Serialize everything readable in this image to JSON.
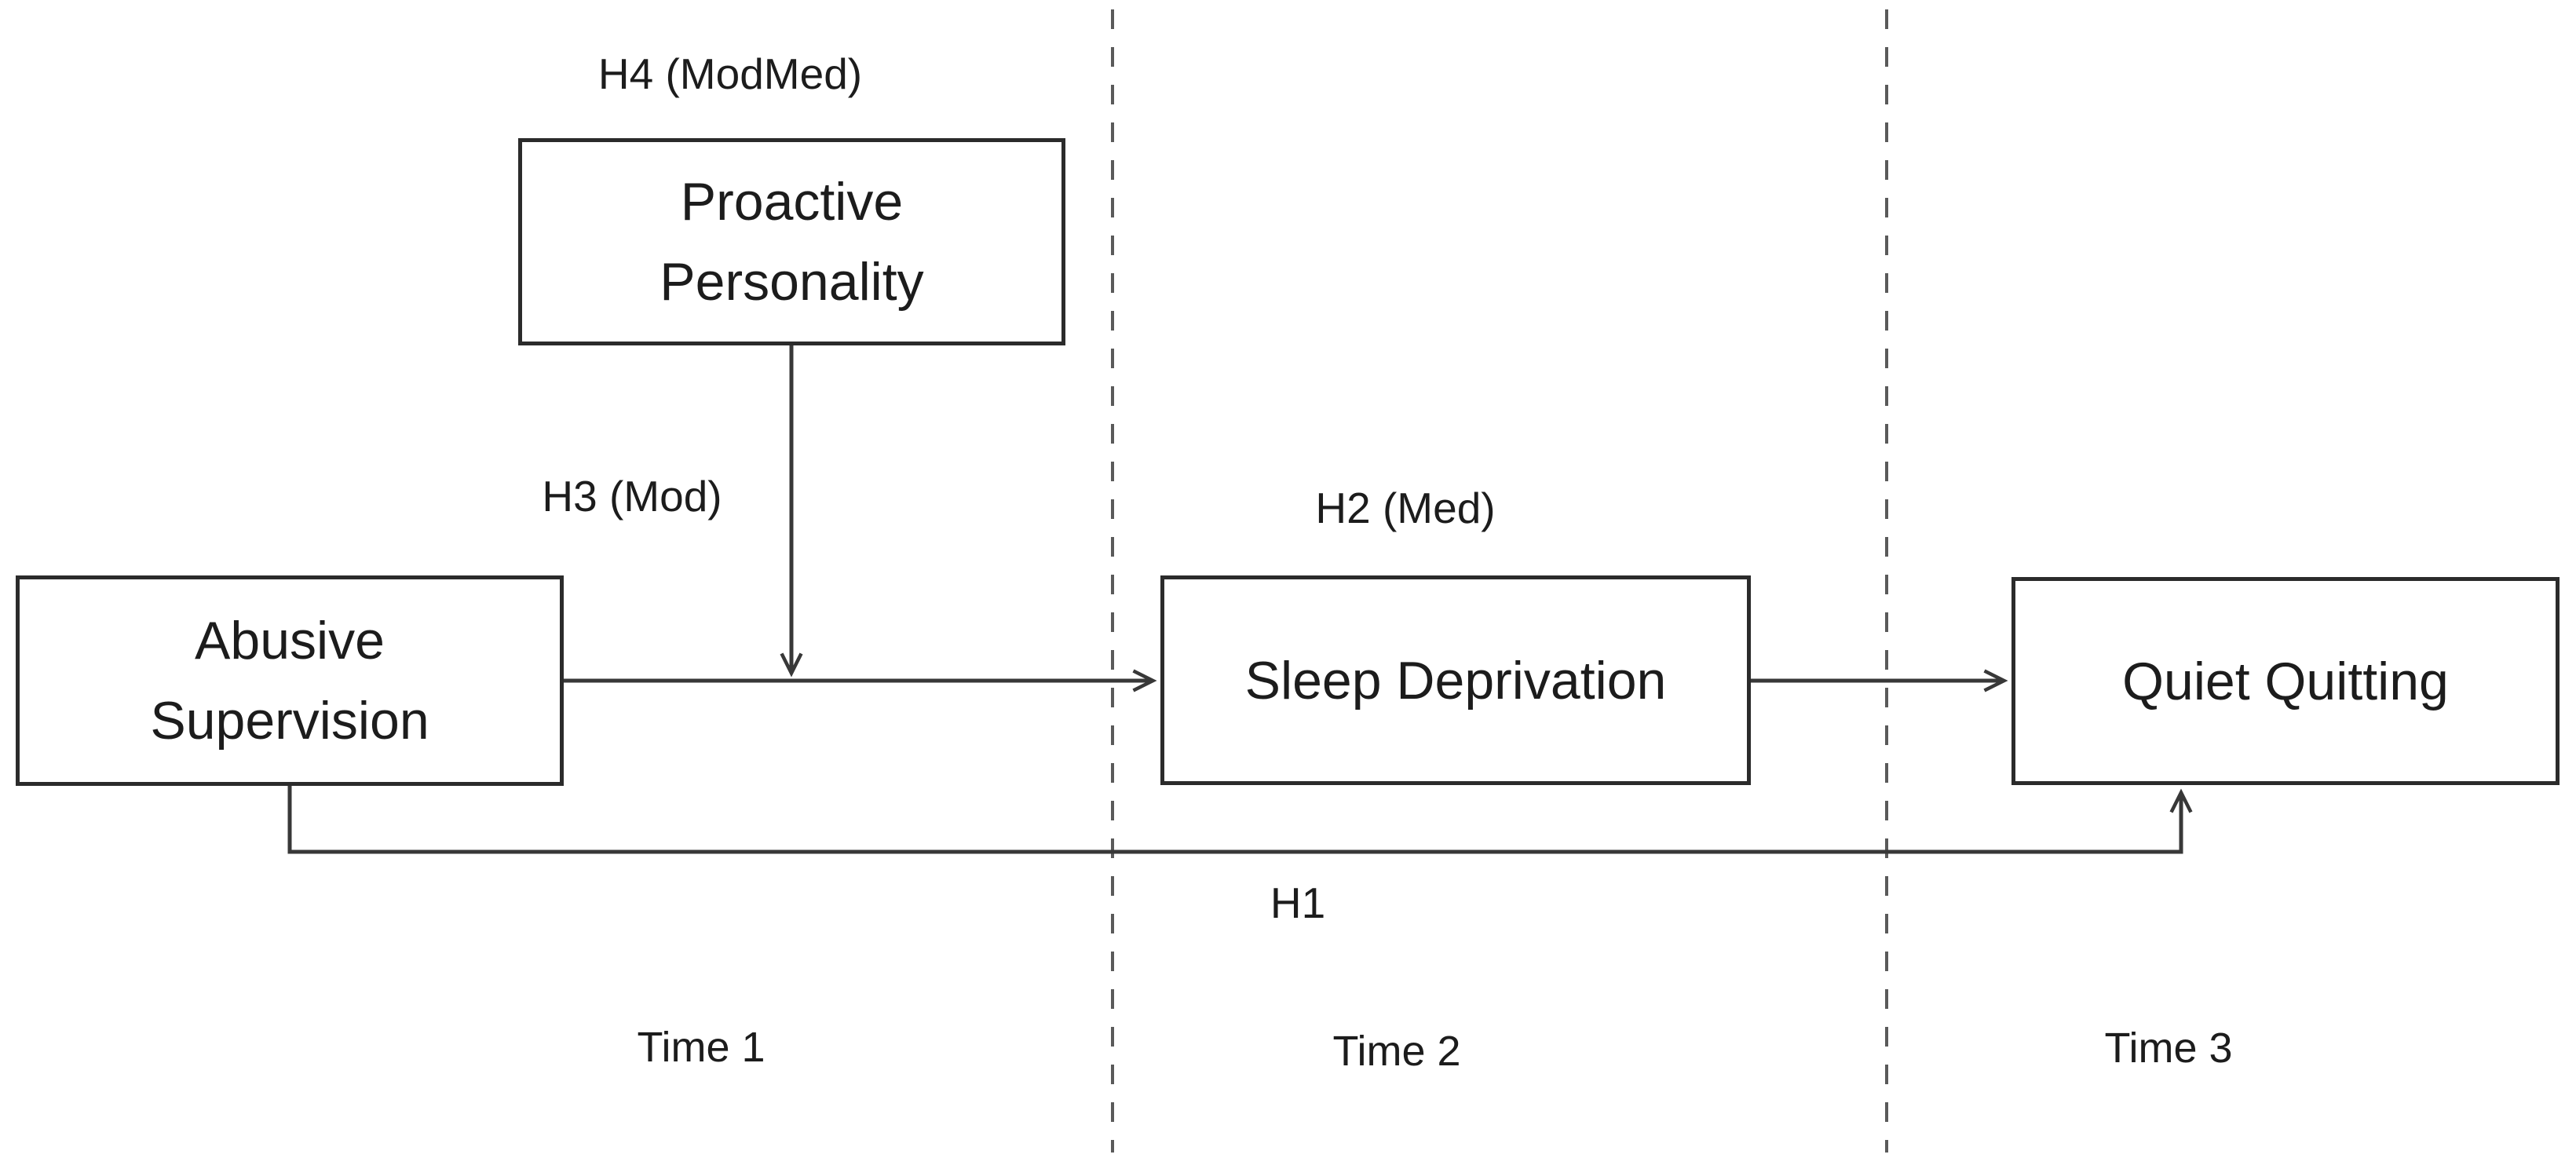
{
  "theme": {
    "bg": "#ffffff",
    "line": "#383838",
    "border": "#2b2b2b",
    "dash": "#5a5a5a",
    "text": "#1c1c1c"
  },
  "diagram": {
    "boxes": {
      "proactive": {
        "line1": "Proactive",
        "line2": "Personality"
      },
      "abusive": {
        "line1": "Abusive",
        "line2": "Supervision"
      },
      "sleep": {
        "label": "Sleep Deprivation"
      },
      "quiet": {
        "label": "Quiet Quitting"
      }
    },
    "hypotheses": {
      "h4": "H4 (ModMed)",
      "h3": "H3 (Mod)",
      "h2": "H2 (Med)",
      "h1": "H1"
    },
    "timeline": {
      "t1": "Time 1",
      "t2": "Time 2",
      "t3": "Time 3"
    },
    "edges": [
      {
        "from": "Abusive Supervision",
        "to": "Sleep Deprivation",
        "label": ""
      },
      {
        "from": "Sleep Deprivation",
        "to": "Quiet Quitting",
        "label": "H2 (Med) shown above mediator"
      },
      {
        "from": "Proactive Personality",
        "to": "path Abusive Supervision to Sleep Deprivation",
        "label": "H3 (Mod)"
      },
      {
        "from": "Abusive Supervision",
        "to": "Quiet Quitting",
        "label": "H1"
      }
    ]
  }
}
